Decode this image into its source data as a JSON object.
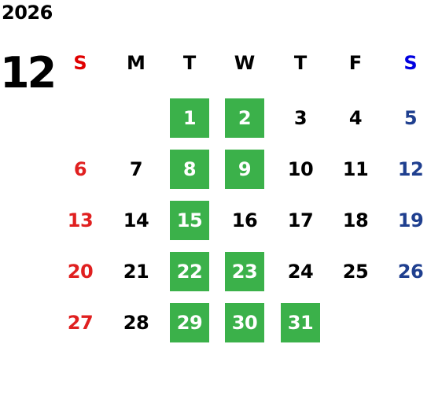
{
  "calendar": {
    "year": "2026",
    "month": "12",
    "weekdays": [
      {
        "label": "S",
        "color": "#e00000"
      },
      {
        "label": "M",
        "color": "#000000"
      },
      {
        "label": "T",
        "color": "#000000"
      },
      {
        "label": "W",
        "color": "#000000"
      },
      {
        "label": "T",
        "color": "#000000"
      },
      {
        "label": "F",
        "color": "#000000"
      },
      {
        "label": "S",
        "color": "#0000e0"
      }
    ],
    "highlight_color": "#3bb14a",
    "weeks": [
      [
        null,
        null,
        {
          "day": "1",
          "highlighted": true
        },
        {
          "day": "2",
          "highlighted": true
        },
        {
          "day": "3"
        },
        {
          "day": "4"
        },
        {
          "day": "5"
        }
      ],
      [
        {
          "day": "6"
        },
        {
          "day": "7"
        },
        {
          "day": "8",
          "highlighted": true
        },
        {
          "day": "9",
          "highlighted": true
        },
        {
          "day": "10"
        },
        {
          "day": "11"
        },
        {
          "day": "12"
        }
      ],
      [
        {
          "day": "13"
        },
        {
          "day": "14"
        },
        {
          "day": "15",
          "highlighted": true
        },
        {
          "day": "16"
        },
        {
          "day": "17"
        },
        {
          "day": "18"
        },
        {
          "day": "19"
        }
      ],
      [
        {
          "day": "20"
        },
        {
          "day": "21"
        },
        {
          "day": "22",
          "highlighted": true
        },
        {
          "day": "23",
          "highlighted": true
        },
        {
          "day": "24"
        },
        {
          "day": "25"
        },
        {
          "day": "26"
        }
      ],
      [
        {
          "day": "27"
        },
        {
          "day": "28"
        },
        {
          "day": "29",
          "highlighted": true
        },
        {
          "day": "30",
          "highlighted": true
        },
        {
          "day": "31",
          "highlighted": true
        },
        null,
        null
      ]
    ]
  }
}
